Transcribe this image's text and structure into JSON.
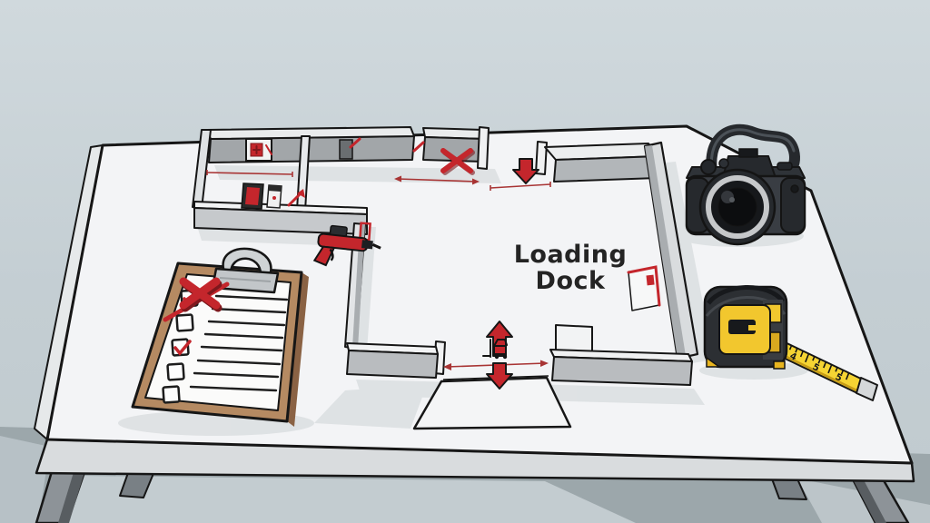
{
  "scene": {
    "objects": [
      "floor-plan-model",
      "checklist-clipboard",
      "dslr-camera",
      "tape-measure"
    ],
    "colors": {
      "background": "#cbd5da",
      "table_top": "#f3f4f6",
      "under_table": "#9ca7ab",
      "wall_face": "#b2b6b9",
      "wall_top": "#eceeef",
      "accent_red": "#c4262c",
      "measure_red": "#a83434",
      "dark_red": "#7e181d",
      "clipboard_board": "#b58a62",
      "paper": "#fbfbfa",
      "tape_yellow": "#f2c72e",
      "camera_dark": "#33373c"
    }
  },
  "floor_plan": {
    "label_line1": "Loading",
    "label_line2": "Dock",
    "annotations": {
      "entry_arrow_icon": "red-down-arrow",
      "dock_door_arrow_icons": [
        "red-up-arrow",
        "red-down-arrow"
      ],
      "vehicle_icon": "forklift",
      "door_width_measure_lines": 4,
      "failed_mark_icon": "red-x-mark",
      "safety_sign_icon": "red-alarm-sign",
      "tool_icon": "red-sealant-gun"
    }
  },
  "clipboard": {
    "big_mark": "X",
    "items": [
      {
        "state": "checked-crossed"
      },
      {
        "state": "empty"
      },
      {
        "state": "checked"
      },
      {
        "state": "empty"
      },
      {
        "state": "empty"
      }
    ],
    "paper_line_count": 8
  },
  "tools": {
    "camera": {
      "icon": "dslr-camera"
    },
    "tape_measure": {
      "icon": "tape-measure",
      "tick_labels": [
        "4",
        "5",
        "5"
      ]
    }
  }
}
